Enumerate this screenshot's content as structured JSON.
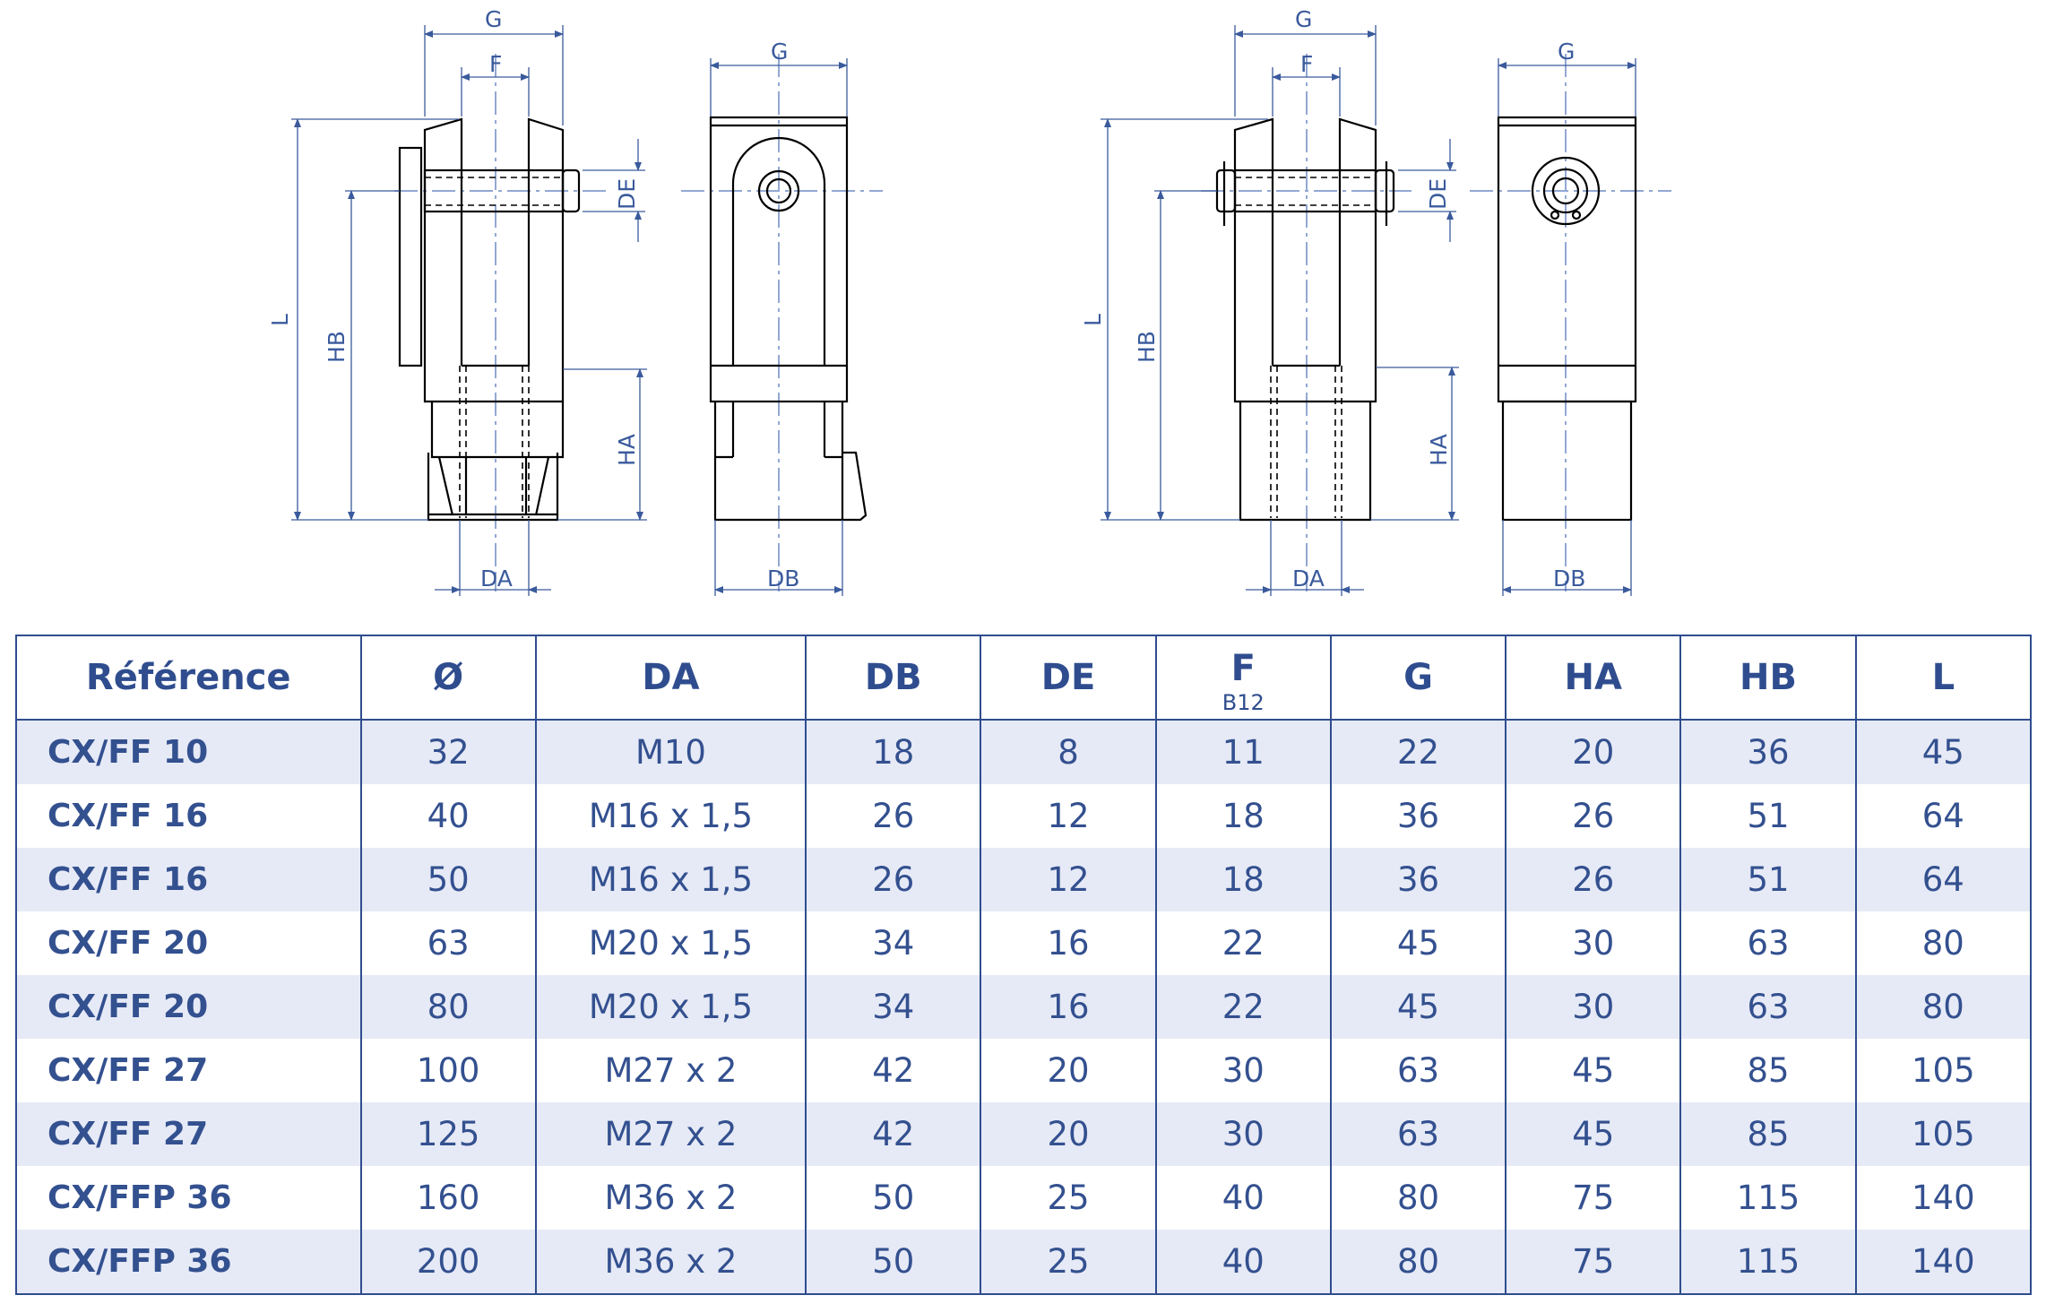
{
  "drawing": {
    "labels": {
      "g": "G",
      "f": "F",
      "de": "DE",
      "l": "L",
      "hb": "HB",
      "ha": "HA",
      "da": "DA",
      "db": "DB"
    }
  },
  "table": {
    "columns": [
      {
        "label": "Référence",
        "sub": ""
      },
      {
        "label": "Ø",
        "sub": ""
      },
      {
        "label": "DA",
        "sub": ""
      },
      {
        "label": "DB",
        "sub": ""
      },
      {
        "label": "DE",
        "sub": ""
      },
      {
        "label": "F",
        "sub": "B12"
      },
      {
        "label": "G",
        "sub": ""
      },
      {
        "label": "HA",
        "sub": ""
      },
      {
        "label": "HB",
        "sub": ""
      },
      {
        "label": "L",
        "sub": ""
      }
    ],
    "rows": [
      [
        "CX/FF 10",
        "32",
        "M10",
        "18",
        "8",
        "11",
        "22",
        "20",
        "36",
        "45"
      ],
      [
        "CX/FF 16",
        "40",
        "M16 x 1,5",
        "26",
        "12",
        "18",
        "36",
        "26",
        "51",
        "64"
      ],
      [
        "CX/FF 16",
        "50",
        "M16 x 1,5",
        "26",
        "12",
        "18",
        "36",
        "26",
        "51",
        "64"
      ],
      [
        "CX/FF 20",
        "63",
        "M20 x 1,5",
        "34",
        "16",
        "22",
        "45",
        "30",
        "63",
        "80"
      ],
      [
        "CX/FF 20",
        "80",
        "M20 x 1,5",
        "34",
        "16",
        "22",
        "45",
        "30",
        "63",
        "80"
      ],
      [
        "CX/FF 27",
        "100",
        "M27 x 2",
        "42",
        "20",
        "30",
        "63",
        "45",
        "85",
        "105"
      ],
      [
        "CX/FF 27",
        "125",
        "M27 x 2",
        "42",
        "20",
        "30",
        "63",
        "45",
        "85",
        "105"
      ],
      [
        "CX/FFP 36",
        "160",
        "M36 x 2",
        "50",
        "25",
        "40",
        "80",
        "75",
        "115",
        "140"
      ],
      [
        "CX/FFP 36",
        "200",
        "M36 x 2",
        "50",
        "25",
        "40",
        "80",
        "75",
        "115",
        "140"
      ]
    ]
  },
  "colors": {
    "accent": "#2f4d8e",
    "row_shade": "#e6eaf6",
    "dimension": "#3a5a9c"
  }
}
